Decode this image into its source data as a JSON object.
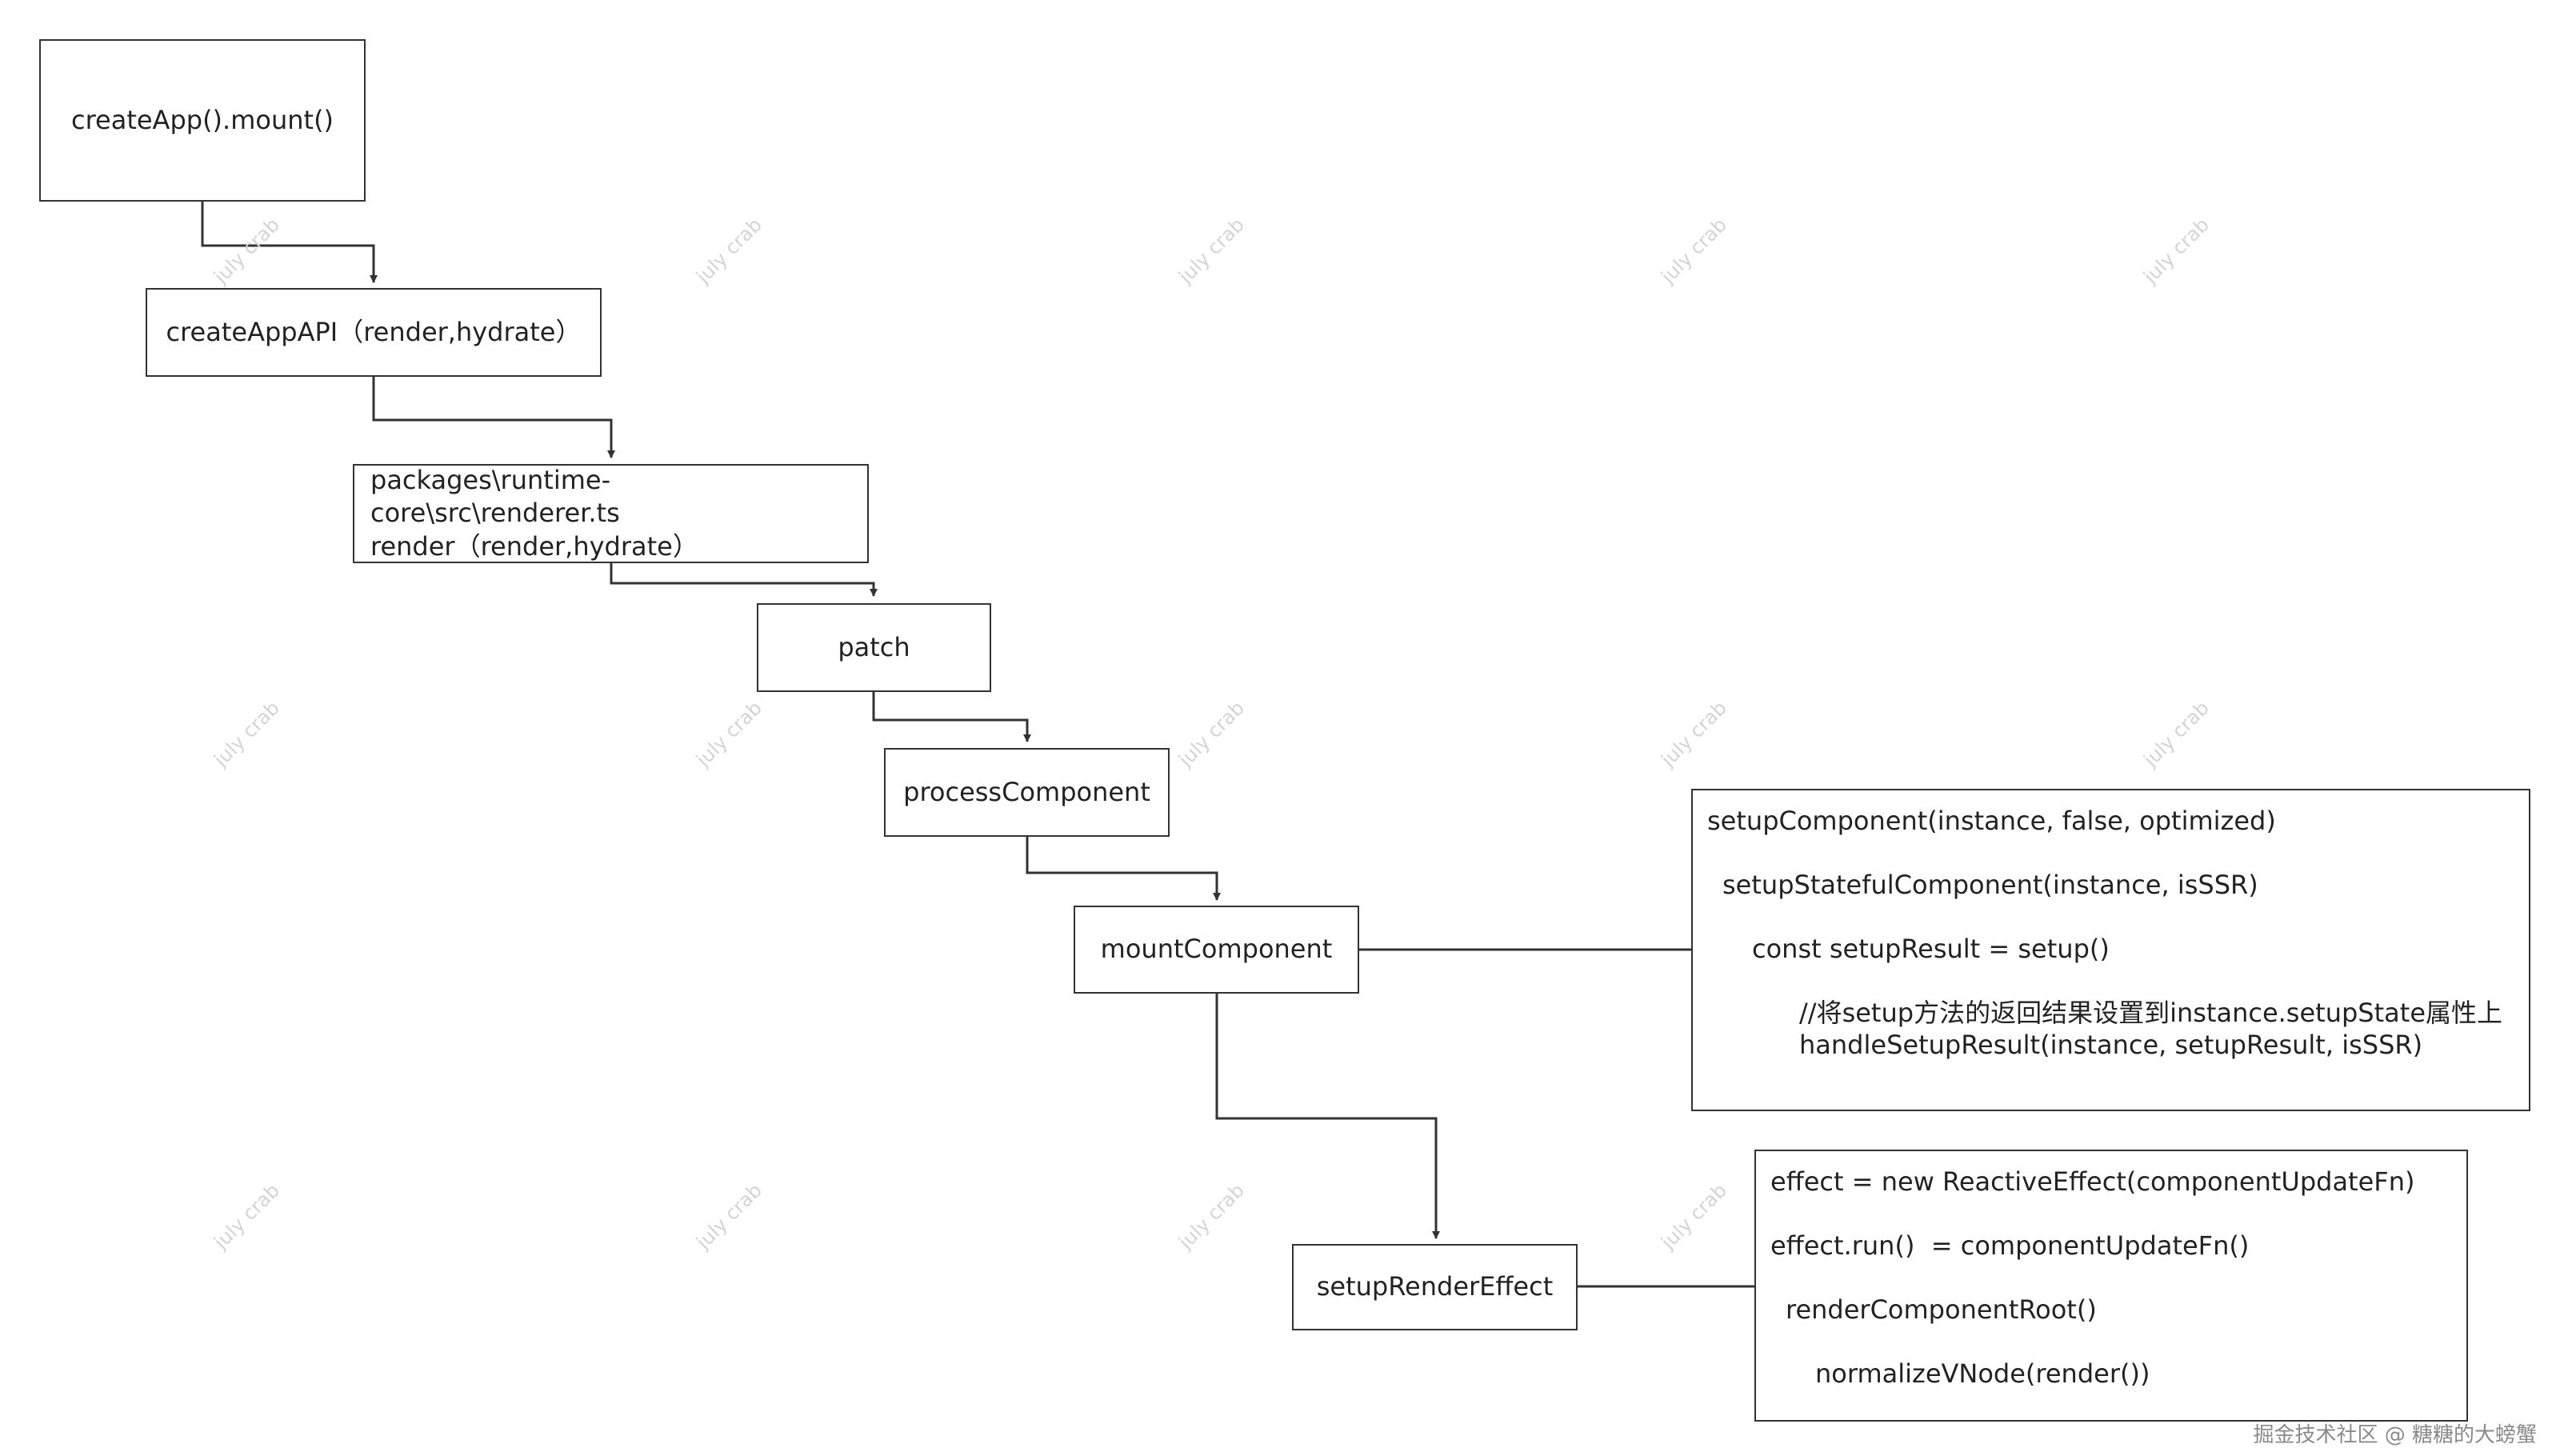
{
  "watermark": "july crab",
  "credit": "掘金技术社区 @ 糖糖的大螃蟹",
  "nodes": {
    "create_app_mount": "createApp().mount()",
    "create_app_api": "createAppAPI（render,hydrate）",
    "renderer_path": "packages\\runtime-core\\src\\renderer.ts",
    "renderer_render": "render（render,hydrate）",
    "patch": "patch",
    "process_component": "processComponent",
    "mount_component": "mountComponent",
    "setup_render_effect": "setupRenderEffect"
  },
  "setup_note": {
    "line1": "setupComponent(instance, false, optimized)",
    "line2": "setupStatefulComponent(instance, isSSR)",
    "line3": "const setupResult = setup()",
    "line4": "//将setup方法的返回结果设置到instance.setupState属性上",
    "line5": "handleSetupResult(instance, setupResult, isSSR)"
  },
  "effect_note": {
    "line1": "effect = new ReactiveEffect(componentUpdateFn)",
    "line2": "effect.run()  = componentUpdateFn()",
    "line3": "renderComponentRoot()",
    "line4": "normalizeVNode(render())"
  },
  "colors": {
    "stroke": "#333333",
    "text": "#222222",
    "watermark": "#d4d4d4"
  }
}
